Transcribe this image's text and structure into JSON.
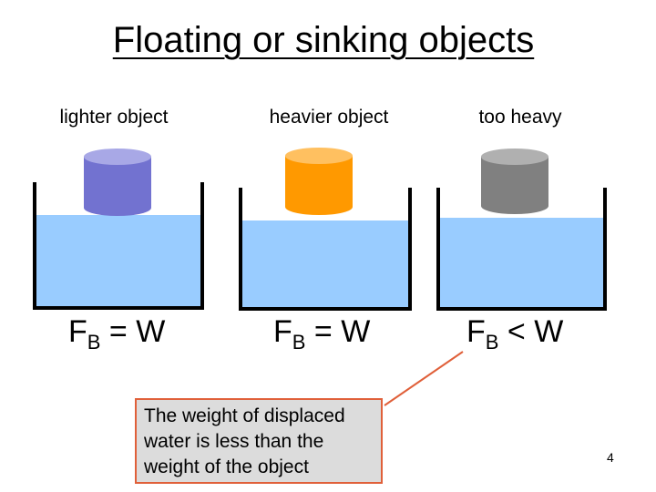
{
  "title": "Floating or sinking objects",
  "panels": [
    {
      "label": "lighter object",
      "eq_f": "F",
      "eq_sub": "B",
      "eq_rel": "= W",
      "cyl_color": "#7272d0",
      "cyl_top": "#a8a8e6"
    },
    {
      "label": "heavier object",
      "eq_f": "F",
      "eq_sub": "B",
      "eq_rel": "= W",
      "cyl_color": "#ff9900",
      "cyl_top": "#ffc060"
    },
    {
      "label": "too heavy",
      "eq_f": "F",
      "eq_sub": "B",
      "eq_rel": "< W",
      "cyl_color": "#808080",
      "cyl_top": "#b0b0b0"
    }
  ],
  "callout": {
    "text": "The weight of displaced water is less than the weight of the object"
  },
  "page_number": "4",
  "colors": {
    "water": "#99ccff",
    "callout_border": "#e0603a",
    "callout_bg": "#dcdcdc"
  }
}
